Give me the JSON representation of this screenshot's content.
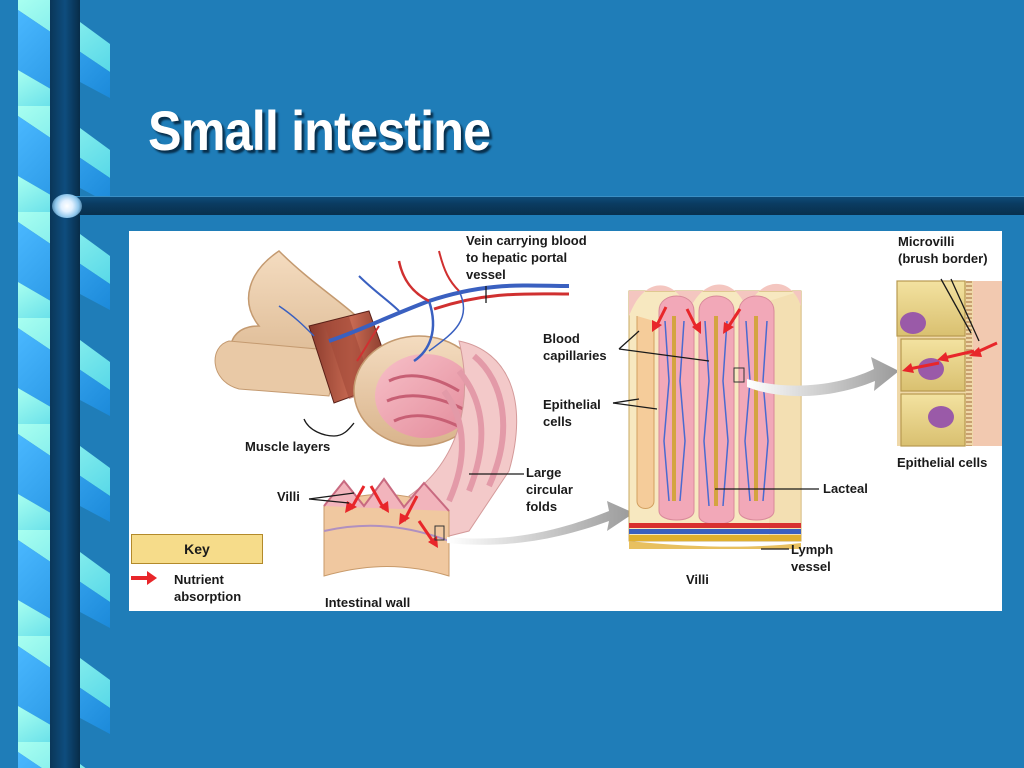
{
  "slide": {
    "title": "Small intestine"
  },
  "figure": {
    "labels": {
      "vein": "Vein carrying blood\nto hepatic portal\nvessel",
      "muscle_layers": "Muscle layers",
      "villi_left": "Villi",
      "large_folds": "Large\ncircular\nfolds",
      "intestinal_wall": "Intestinal wall",
      "blood_capillaries": "Blood\ncapillaries",
      "epithelial_cells_mid": "Epithelial\ncells",
      "lacteal": "Lacteal",
      "lymph_vessel": "Lymph\nvessel",
      "villi_mid": "Villi",
      "microvilli": "Microvilli\n(brush border)",
      "epithelial_cells_right": "Epithelial cells"
    },
    "key": {
      "title": "Key",
      "nutrient_absorption": "Nutrient\nabsorption"
    }
  },
  "colors": {
    "background": "#1f7db8",
    "ribbon_light": "#8ff0e0",
    "ribbon_blue": "#2ea8f0",
    "arrow_red": "#e8262a",
    "key_fill": "#f6dc8a"
  }
}
